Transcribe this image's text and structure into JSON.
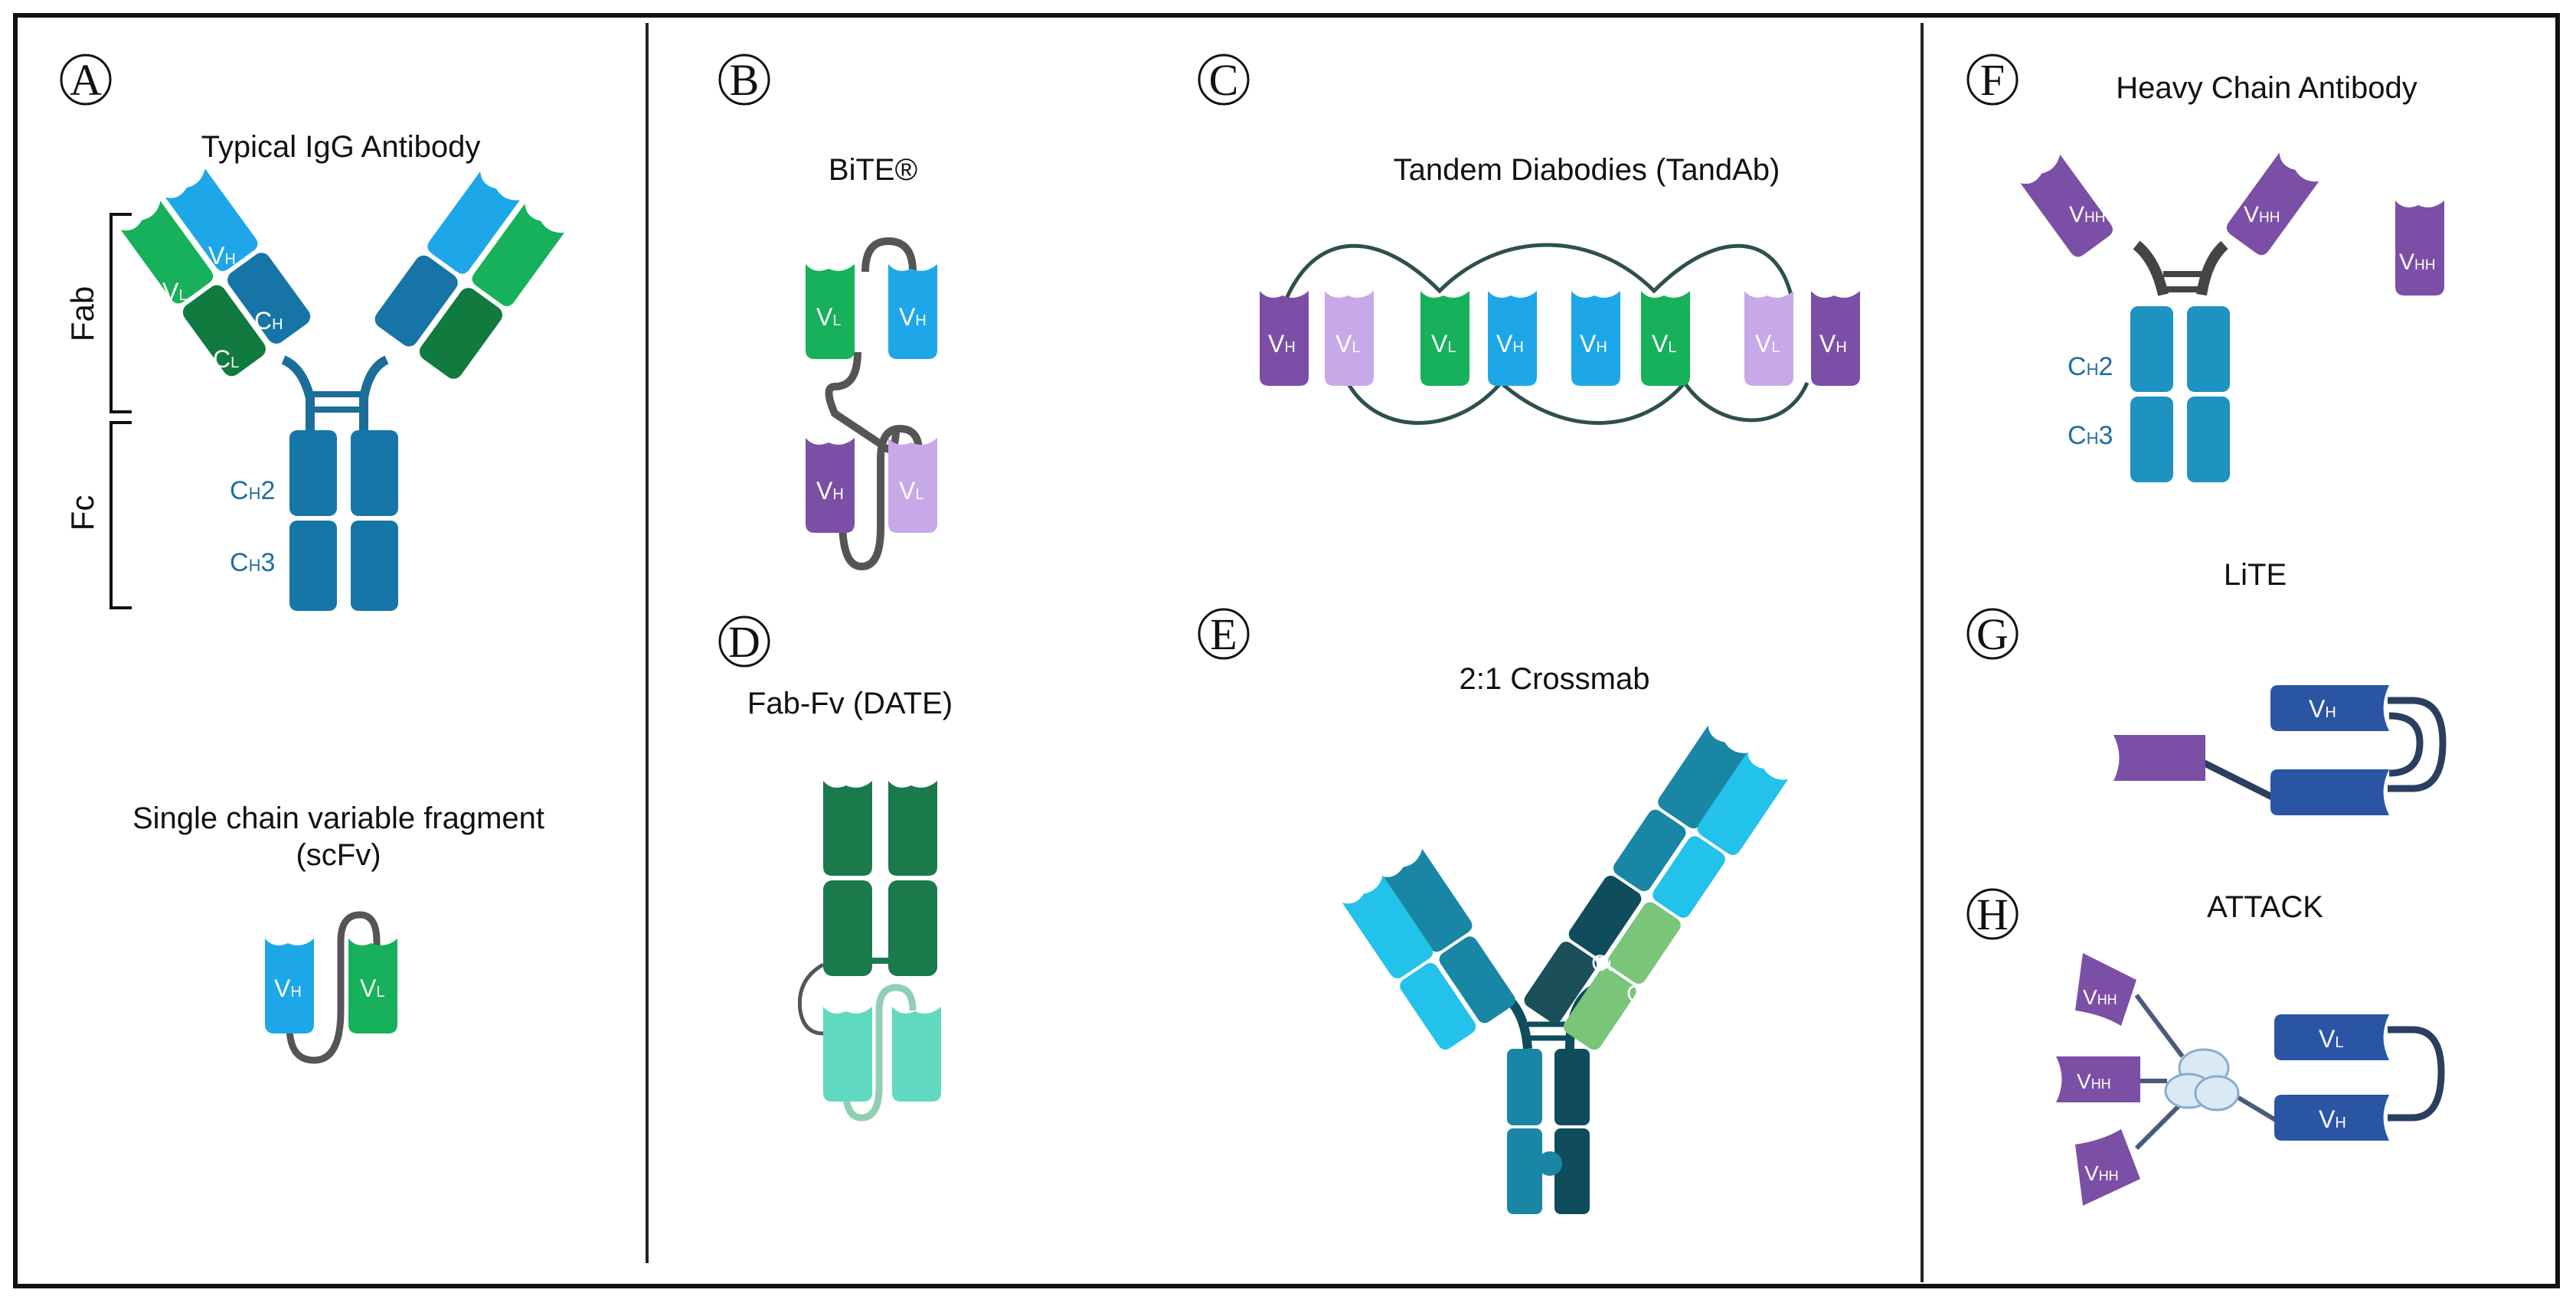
{
  "panels": {
    "A": {
      "letter": "A",
      "title": "Typical IgG Antibody",
      "fab": "Fab",
      "fc": "Fc",
      "ch2": "C",
      "ch2_sub": "H",
      "ch2_num": "2",
      "ch3": "C",
      "ch3_sub": "H",
      "ch3_num": "3"
    },
    "scfv": {
      "title_line1": "Single chain variable fragment",
      "title_line2": "(scFv)"
    },
    "B": {
      "letter": "B",
      "title": "BiTE®"
    },
    "C": {
      "letter": "C",
      "title": "Tandem Diabodies (TandAb)"
    },
    "D": {
      "letter": "D",
      "title": "Fab-Fv (DATE)"
    },
    "E": {
      "letter": "E",
      "title": "2:1 Crossmab"
    },
    "F": {
      "letter": "F",
      "title": "Heavy Chain Antibody",
      "ch2": "C",
      "ch2_sub": "H",
      "ch2_num": "2",
      "ch3": "C",
      "ch3_sub": "H",
      "ch3_num": "3"
    },
    "G": {
      "letter": "G",
      "title": "LiTE"
    },
    "H": {
      "letter": "H",
      "title": "ATTACK"
    }
  },
  "domain_labels": {
    "V": "V",
    "C": "C",
    "H": "H",
    "L": "L",
    "HH": "HH"
  },
  "colors": {
    "vh_blue": "#1ea7e8",
    "vl_green": "#16b15a",
    "cl_darkgreen": "#117a3e",
    "ch_blue": "#1675a6",
    "fc_blue": "#1676a8",
    "purple": "#7b4fa6",
    "lilac": "#c7a8e8",
    "dark_green": "#1b7a4c",
    "mint": "#5fd9bf",
    "teal": "#1f8fb5",
    "dark_teal": "#0f4c5c",
    "light_green": "#79c57a",
    "navy": "#2a55a4"
  }
}
